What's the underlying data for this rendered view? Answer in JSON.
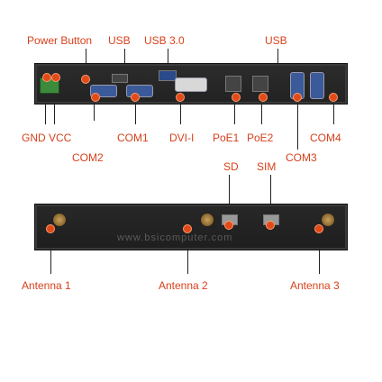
{
  "top_labels": {
    "power_button": "Power Button",
    "usb_left": "USB",
    "usb3": "USB 3.0",
    "usb_right": "USB"
  },
  "middle_labels": {
    "gnd_vcc": "GND VCC",
    "com1": "COM1",
    "dvii": "DVI-I",
    "poe1": "PoE1",
    "poe2": "PoE2",
    "com4": "COM4",
    "com2": "COM2",
    "sd": "SD",
    "sim": "SIM",
    "com3": "COM3"
  },
  "bottom_labels": {
    "antenna1": "Antenna 1",
    "antenna2": "Antenna 2",
    "antenna3": "Antenna 3"
  },
  "watermark": "www.bsicomputer.com",
  "colors": {
    "label": "#d8401a",
    "panel": "#2b2b2b",
    "marker": "#e24a1a"
  }
}
